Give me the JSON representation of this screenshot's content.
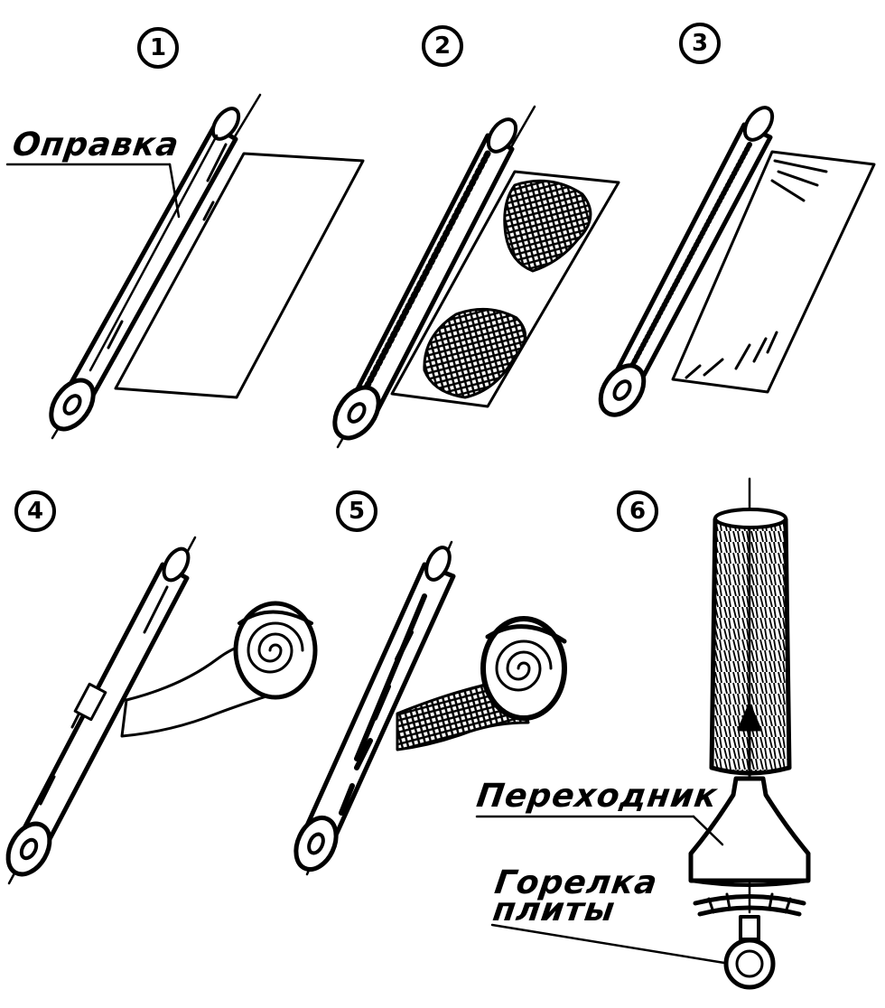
{
  "steps": [
    "1",
    "2",
    "3",
    "4",
    "5",
    "6"
  ],
  "labels": {
    "mandrel": "Оправка",
    "adapter": "Переходник",
    "burner_line1": "Горелка",
    "burner_line2": "плиты"
  },
  "colors": {
    "ink": "#000000",
    "paper": "#ffffff"
  }
}
